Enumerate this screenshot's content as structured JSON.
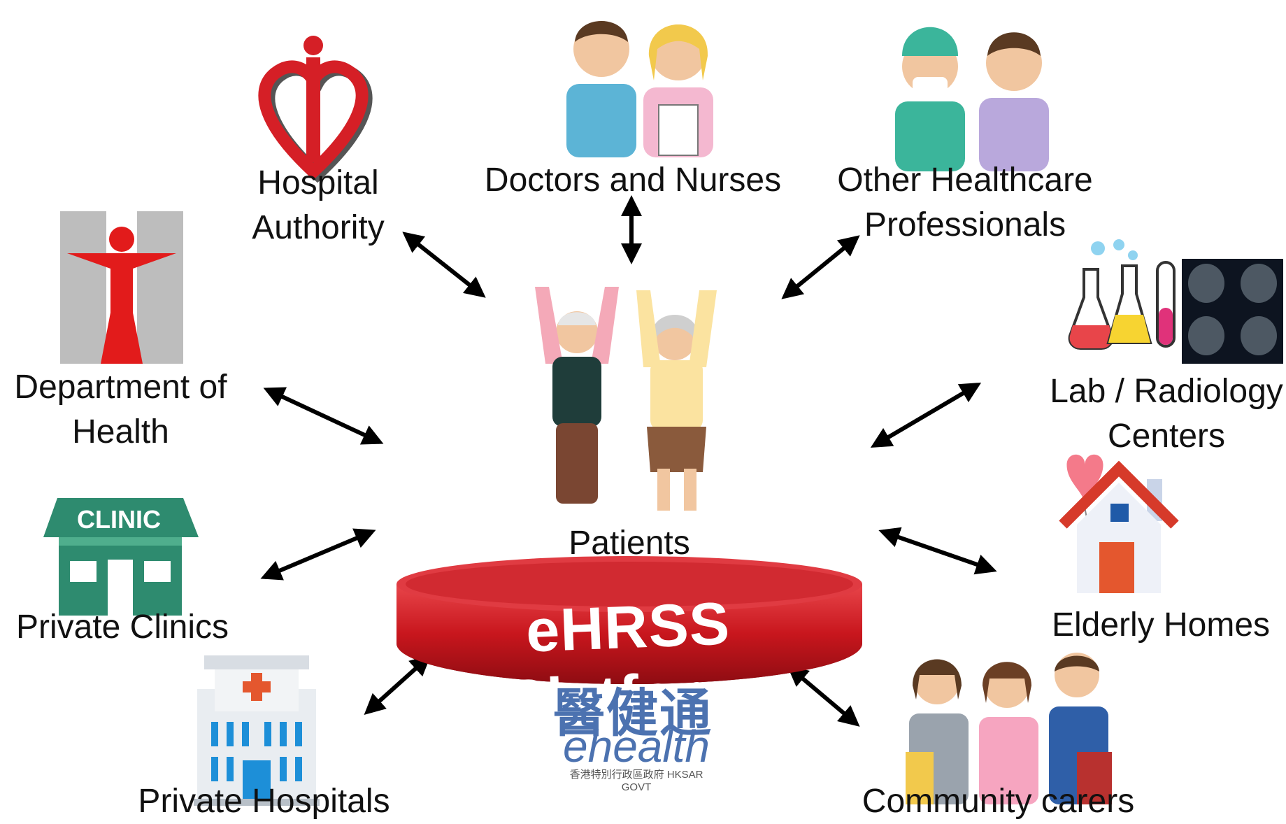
{
  "platform": {
    "title": "eHRSS Platform",
    "logo_chinese": "醫健通",
    "logo_english": "ehealth",
    "logo_subtitle": "香港特別行政區政府 HKSAR GOVT"
  },
  "center": {
    "label": "Patients"
  },
  "nodes": {
    "hospital_authority": {
      "lines": [
        "Hospital",
        "Authority"
      ]
    },
    "doctors_nurses": {
      "lines": [
        "Doctors and Nurses"
      ]
    },
    "other_hcp": {
      "lines": [
        "Other Healthcare",
        "Professionals"
      ]
    },
    "department_of_health": {
      "lines": [
        "Department of",
        "Health"
      ]
    },
    "lab_radiology": {
      "lines": [
        "Lab / Radiology",
        "Centers"
      ]
    },
    "private_clinics": {
      "lines": [
        "Private Clinics"
      ],
      "sign_text": "CLINIC"
    },
    "elderly_homes": {
      "lines": [
        "Elderly Homes"
      ]
    },
    "private_hospitals": {
      "lines": [
        "Private Hospitals"
      ]
    },
    "community_carers": {
      "lines": [
        "Community carers"
      ]
    }
  },
  "colors": {
    "platform_red": "#c8161d",
    "arrow": "#000000",
    "clinic_green": "#2e8b6f",
    "logo_blue": "#4c72b0",
    "doh_red": "#e21b1b"
  }
}
